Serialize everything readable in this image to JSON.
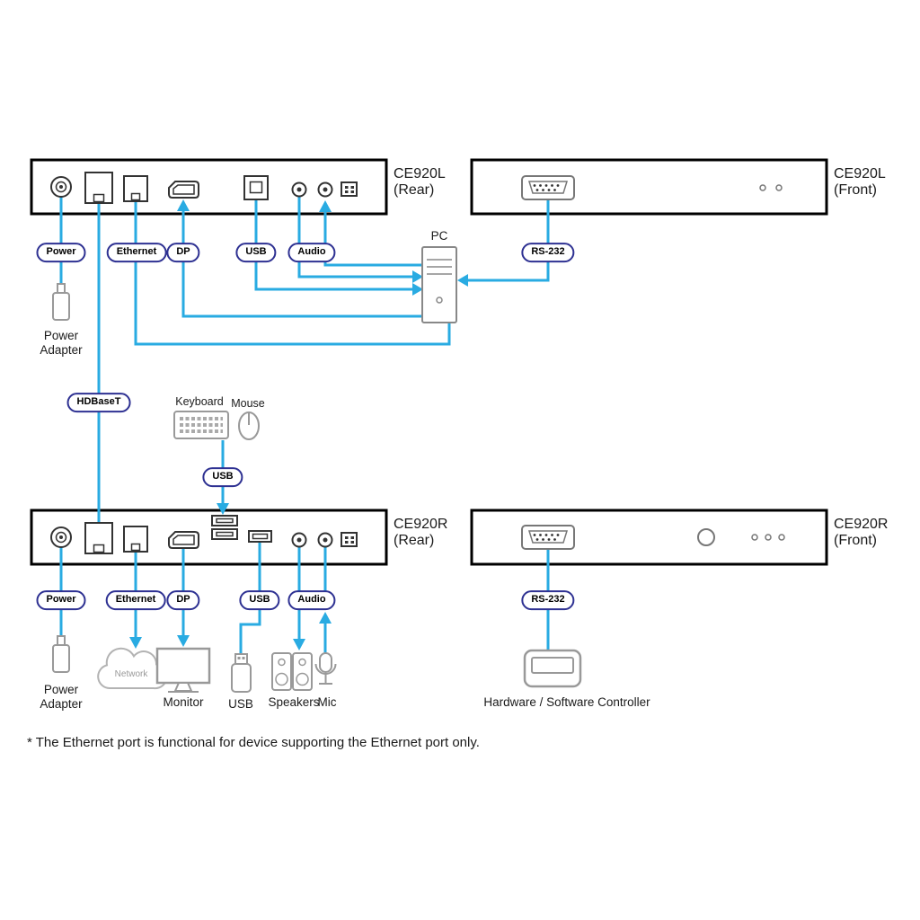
{
  "colors": {
    "line": "#29ABE2",
    "pill_border": "#2E3192",
    "pill_text": "#000000",
    "device_border": "#000000",
    "port_stroke": "#333333",
    "icon_stroke": "#999999"
  },
  "devices": {
    "top_rear": {
      "name": "CE920L",
      "view": "(Rear)"
    },
    "top_front": {
      "name": "CE920L",
      "view": "(Front)"
    },
    "bottom_rear": {
      "name": "CE920R",
      "view": "(Rear)"
    },
    "bottom_front": {
      "name": "CE920R",
      "view": "(Front)"
    }
  },
  "pills": {
    "top_power": "Power",
    "top_ethernet": "Ethernet",
    "top_dp": "DP",
    "top_usb": "USB",
    "top_audio": "Audio",
    "top_rs232": "RS-232",
    "hdbaset": "HDBaseT",
    "mid_usb": "USB",
    "bottom_power": "Power",
    "bottom_ethernet": "Ethernet",
    "bottom_dp": "DP",
    "bottom_usb": "USB",
    "bottom_audio": "Audio",
    "bottom_rs232": "RS-232"
  },
  "labels": {
    "pc": "PC",
    "power_adapter": {
      "line1": "Power",
      "line2": "Adapter"
    },
    "keyboard": "Keyboard",
    "mouse": "Mouse",
    "network": "Network",
    "monitor": "Monitor",
    "usb_drive": "USB",
    "speakers": "Speakers",
    "mic": "Mic",
    "controller": "Hardware / Software Controller",
    "footnote": "* The Ethernet port is functional for device supporting the Ethernet port only."
  }
}
